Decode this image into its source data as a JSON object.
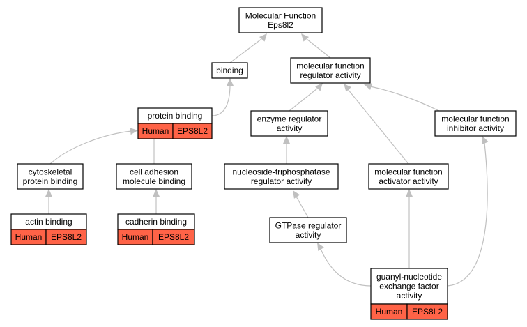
{
  "nodes": {
    "root": [
      "Molecular Function",
      "Eps8l2"
    ],
    "binding": [
      "binding"
    ],
    "mf_regulator": [
      "molecular function",
      "regulator activity"
    ],
    "protein_binding": [
      "protein binding"
    ],
    "enzyme_regulator": [
      "enzyme regulator",
      "activity"
    ],
    "mf_inhibitor": [
      "molecular function",
      "inhibitor activity"
    ],
    "cytoskeletal": [
      "cytoskeletal",
      "protein binding"
    ],
    "cell_adhesion": [
      "cell adhesion",
      "molecule binding"
    ],
    "ntpase_regulator": [
      "nucleoside-triphosphatase",
      "regulator activity"
    ],
    "mf_activator": [
      "molecular function",
      "activator activity"
    ],
    "actin_binding": [
      "actin binding"
    ],
    "cadherin_binding": [
      "cadherin binding"
    ],
    "gtpase_regulator": [
      "GTPase regulator",
      "activity"
    ],
    "guanyl": [
      "guanyl-nucleotide",
      "exchange factor",
      "activity"
    ]
  },
  "annotations": {
    "protein_binding": [
      "Human",
      "EPS8L2"
    ],
    "actin_binding": [
      "Human",
      "EPS8L2"
    ],
    "cadherin_binding": [
      "Human",
      "EPS8L2"
    ],
    "guanyl": [
      "Human",
      "EPS8L2"
    ]
  },
  "colors": {
    "edge": "#c0c0c0",
    "annotation_fill": "#ff6347",
    "border": "#000000"
  }
}
